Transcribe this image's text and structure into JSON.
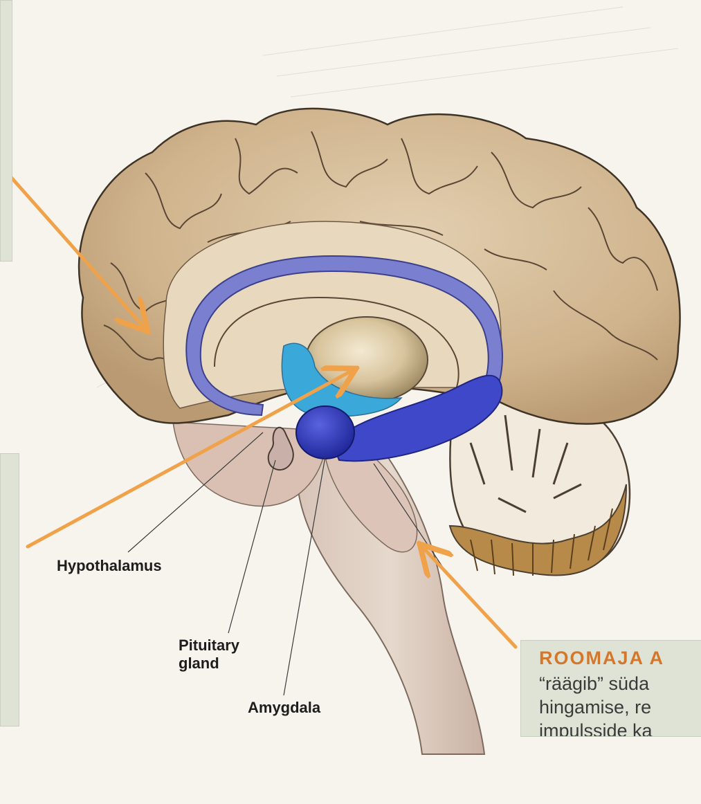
{
  "labels": {
    "hypothalamus": "Hypothalamus",
    "pituitary_line1": "Pituitary",
    "pituitary_line2": "gland",
    "amygdala": "Amygdala"
  },
  "callout": {
    "title": "ROOMAJA A",
    "line1": "“räägib” süda",
    "line2": "hingamise, re",
    "line3": "impulsside ka"
  },
  "colors": {
    "arrow": "#f0a24a",
    "cortex": "#d4bc98",
    "callout_bg": "#dfe3d6",
    "callout_title": "#d4772a",
    "corpus_callosum": "#6b6fc4",
    "amygdala": "#2a35b8",
    "thalamus_blue": "#39a9d8"
  }
}
